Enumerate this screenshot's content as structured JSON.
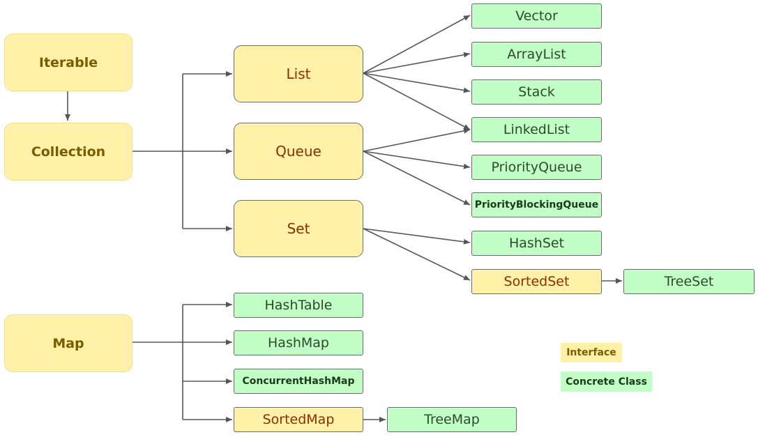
{
  "roots": {
    "iterable": "Iterable",
    "collection": "Collection",
    "map": "Map"
  },
  "interfaces": {
    "list": "List",
    "queue": "Queue",
    "set": "Set",
    "sorted_set": "SortedSet",
    "sorted_map": "SortedMap"
  },
  "classes": {
    "vector": "Vector",
    "array_list": "ArrayList",
    "stack": "Stack",
    "linked_list": "LinkedList",
    "priority_queue": "PriorityQueue",
    "priority_blocking_queue": "PriorityBlockingQueue",
    "hash_set": "HashSet",
    "tree_set": "TreeSet",
    "hash_table": "HashTable",
    "hash_map": "HashMap",
    "concurrent_hash_map": "ConcurrentHashMap",
    "tree_map": "TreeMap"
  },
  "legend": {
    "interface": "Interface",
    "concrete_class": "Concrete Class"
  },
  "colors": {
    "interface_fill": "#fff2a8",
    "concrete_fill": "#c2ffc6",
    "edge": "#555555"
  }
}
